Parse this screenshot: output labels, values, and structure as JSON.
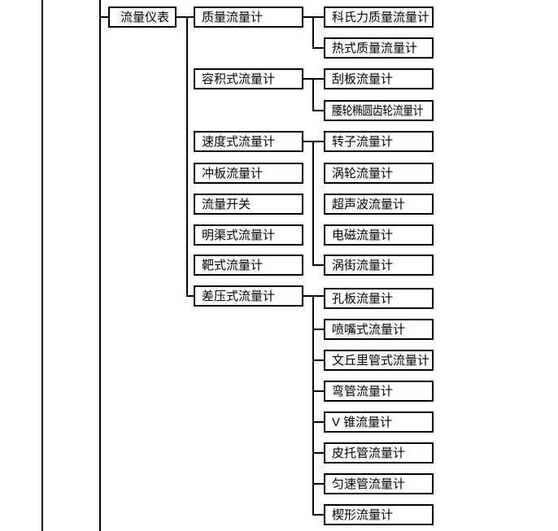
{
  "tree": {
    "root": "流量仪表",
    "branches": [
      {
        "label": "质量流量计",
        "children": [
          "科氏力质量流量计",
          "热式质量流量计"
        ]
      },
      {
        "label": "容积式流量计",
        "children": [
          "刮板流量计",
          "腰轮椭圆齿轮流量计"
        ]
      },
      {
        "label": "速度式流量计",
        "children": [
          "转子流量计",
          "涡轮流量计",
          "超声波流量计",
          "电磁流量计",
          "涡街流量计"
        ]
      },
      {
        "label": "冲板流量计",
        "children": []
      },
      {
        "label": "流量开关",
        "children": []
      },
      {
        "label": "明渠式流量计",
        "children": []
      },
      {
        "label": "靶式流量计",
        "children": []
      },
      {
        "label": "差压式流量计",
        "children": [
          "孔板流量计",
          "喷嘴式流量计",
          "文丘里管式流量计",
          "弯管流量计",
          "V 锥流量计",
          "皮托管流量计",
          "匀速管流量计",
          "楔形流量计"
        ]
      }
    ]
  },
  "colors": {
    "line": "#000000",
    "box_border": "#000000",
    "text": "#000000",
    "background": "#ffffff"
  }
}
